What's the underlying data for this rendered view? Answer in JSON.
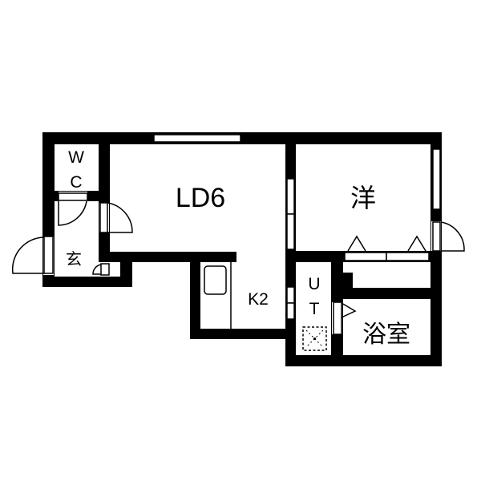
{
  "floor_plan": {
    "rooms": {
      "ld": "LD6",
      "western_room": "洋",
      "kitchen": "K2",
      "utility_u": "U",
      "utility_t": "T",
      "bathroom": "浴室",
      "wc_w": "W",
      "wc_c": "C",
      "entrance": "玄"
    },
    "colors": {
      "wall": "#000000",
      "background": "#ffffff"
    }
  }
}
